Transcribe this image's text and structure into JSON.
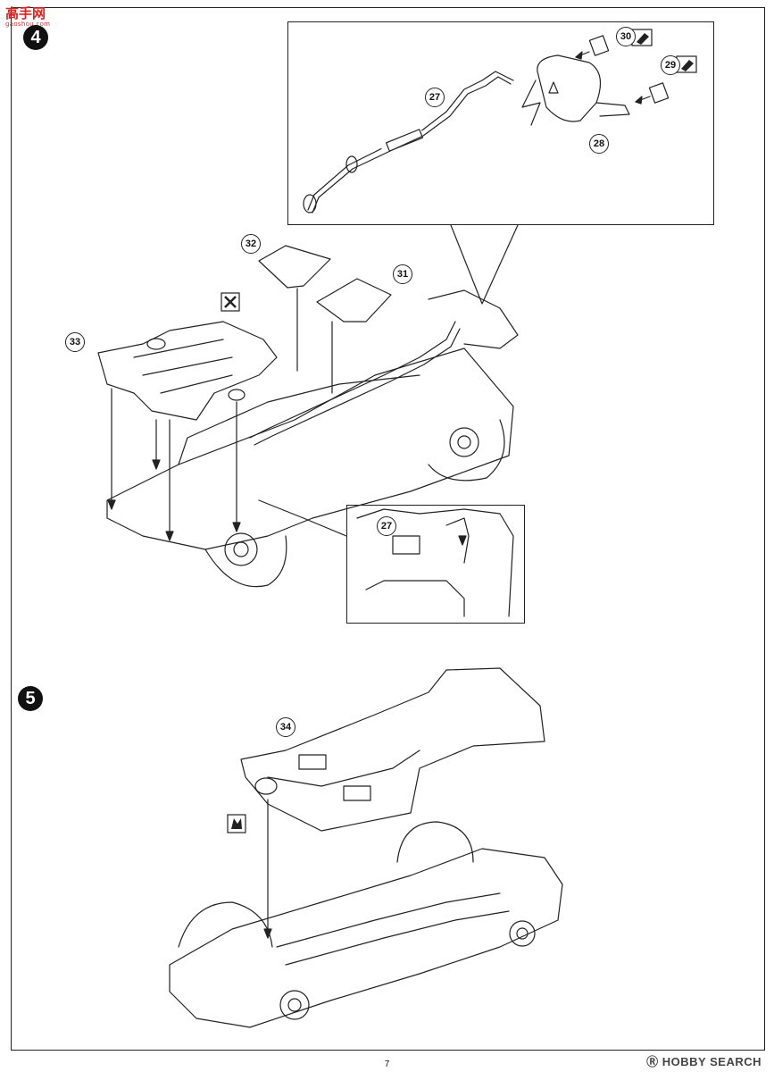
{
  "watermark_top": {
    "text": "高手网",
    "sub": "gaoshou.com"
  },
  "steps": [
    {
      "label": "4"
    },
    {
      "label": "5"
    }
  ],
  "callouts": [
    "30",
    "29",
    "27",
    "28",
    "32",
    "31",
    "33",
    "27",
    "34"
  ],
  "page_number": "7",
  "watermark_bottom": "HOBBY SEARCH",
  "watermark_mark": "Ⓡ"
}
